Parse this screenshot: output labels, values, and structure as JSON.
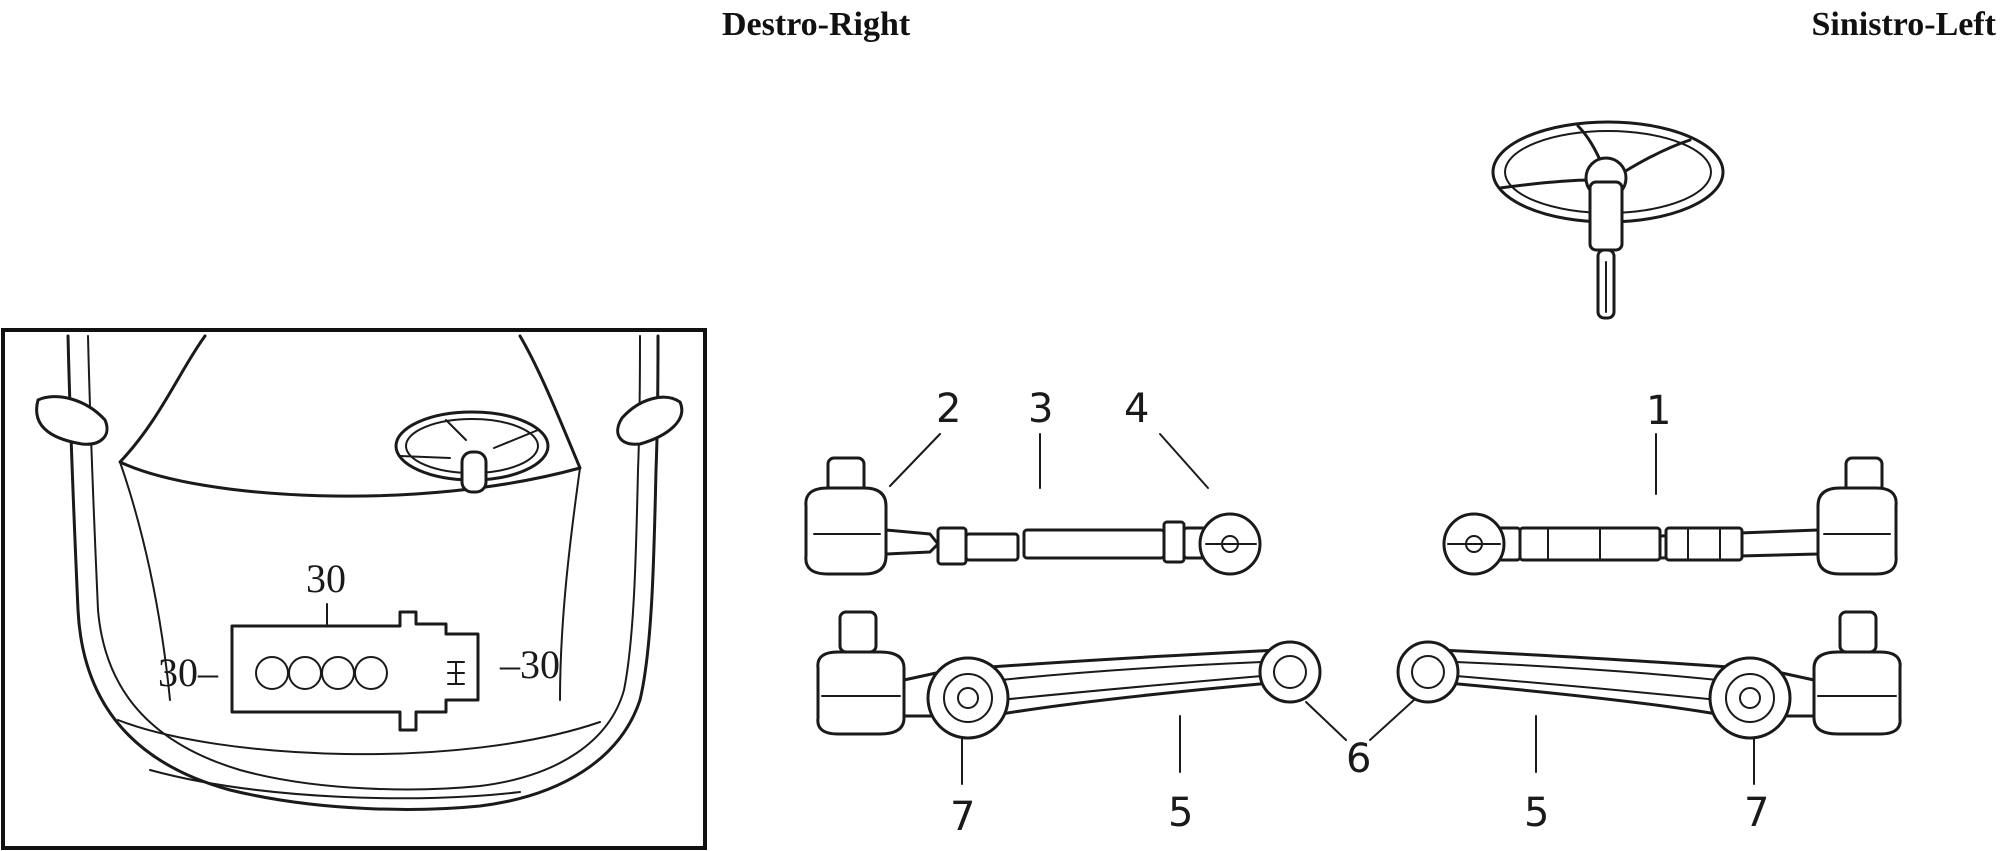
{
  "headers": {
    "right": "Destro-Right",
    "left": "Sinistro-Left"
  },
  "inset": {
    "top_code": "30",
    "left_code": "30–",
    "right_code": "–30"
  },
  "callouts": {
    "n1": "1",
    "n2": "2",
    "n3": "3",
    "n4": "4",
    "n5a": "5",
    "n5b": "5",
    "n6": "6",
    "n7a": "7",
    "n7b": "7"
  },
  "icons": {
    "steering_wheel": "steering-wheel-icon",
    "car_top_view": "car-top-view-icon"
  }
}
